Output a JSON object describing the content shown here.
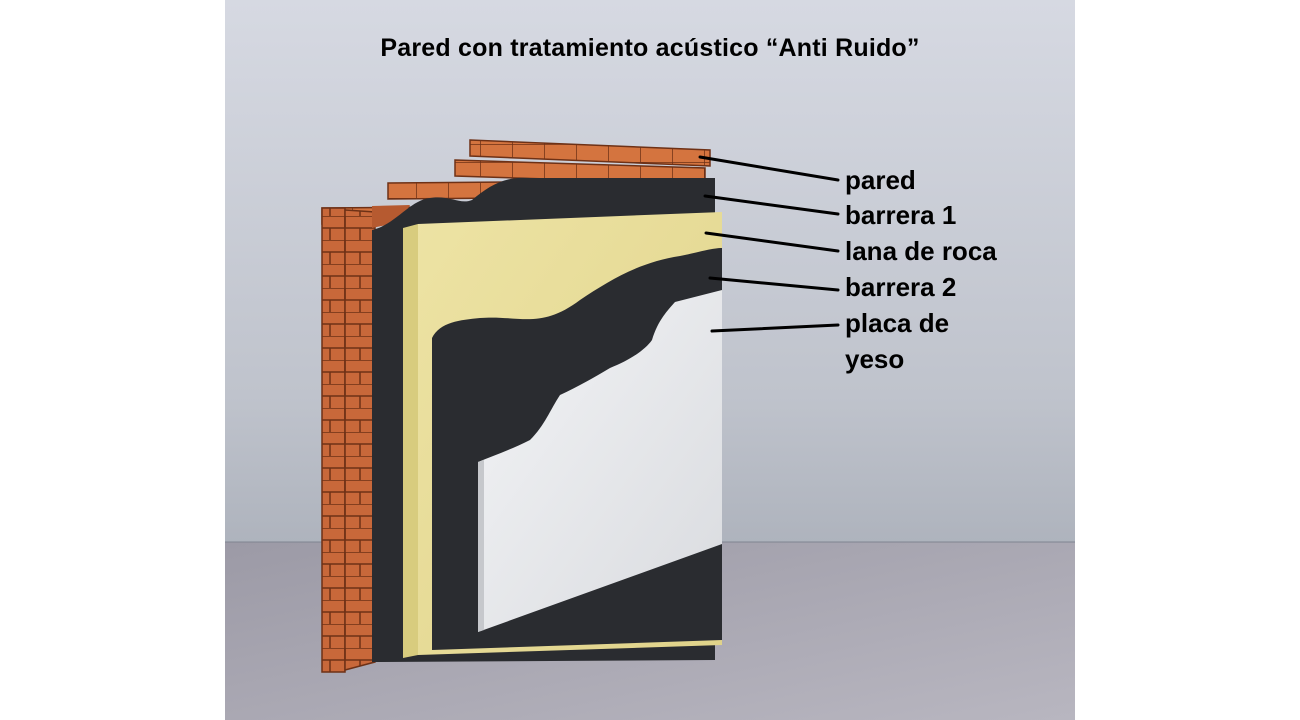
{
  "title": "Pared con tratamiento acústico “Anti Ruido”",
  "layers": [
    {
      "id": "pared",
      "label": "pared",
      "color": "#c8683a"
    },
    {
      "id": "barrera1",
      "label": "barrera 1",
      "color": "#2a2c30"
    },
    {
      "id": "lana",
      "label": "lana de roca",
      "color": "#e8dc94"
    },
    {
      "id": "barrera2",
      "label": "barrera 2",
      "color": "#2a2c30"
    },
    {
      "id": "placa",
      "label": "placa de",
      "label_line2": "yeso",
      "color": "#e8e9ec"
    }
  ],
  "colors": {
    "wall_background_top": "#d4d7e0",
    "wall_background_bottom": "#9aa0ab",
    "floor": "#a9a8b2",
    "brick": "#c8683a",
    "mortar": "#7a3618",
    "membrane": "#2a2c30",
    "rockwool": "#e8dc94",
    "plaster": "#e8e9ec"
  }
}
